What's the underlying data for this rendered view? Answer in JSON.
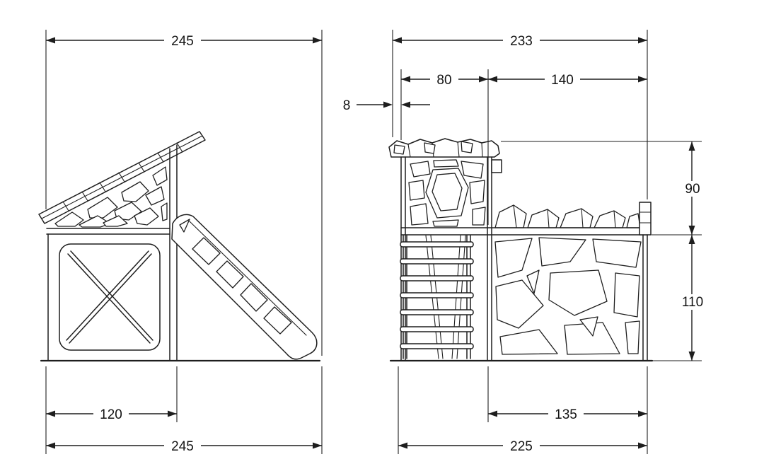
{
  "page": {
    "background_color": "#ffffff",
    "line_color": "#1e1e1e"
  },
  "dimensions": {
    "side_view": {
      "top_width": "245",
      "base_inner_width": "120",
      "base_total_width": "245"
    },
    "front_view": {
      "top_width": "233",
      "tower_width": "80",
      "wall_width": "140",
      "ledge_overhang": "8",
      "upper_height": "90",
      "lower_height": "110",
      "wall_base_width": "135",
      "base_total_width": "225"
    }
  }
}
